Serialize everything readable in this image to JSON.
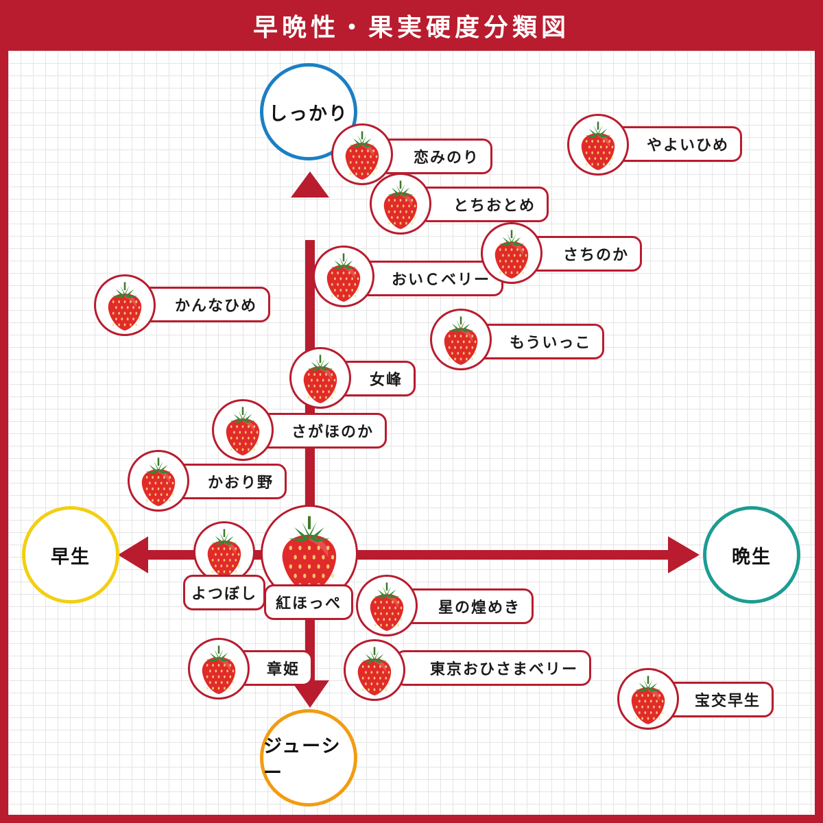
{
  "title": "早晩性・果実硬度分類図",
  "axes": {
    "top": "しっかり",
    "bottom": "ジューシー",
    "left": "早生",
    "right": "晩生",
    "colors": {
      "top": "#1b7fc4",
      "bottom": "#f29c12",
      "left": "#f2cf12",
      "right": "#1c9c93"
    }
  },
  "colors": {
    "accent": "#b81c2e",
    "strawberry": "#e12a2a"
  },
  "varieties": [
    {
      "id": "koimi",
      "label": "恋みのり"
    },
    {
      "id": "tochiotome",
      "label": "とちおとめ"
    },
    {
      "id": "yayoihime",
      "label": "やよいひめ"
    },
    {
      "id": "sachinoka",
      "label": "さちのか"
    },
    {
      "id": "oishiberry",
      "label": "おいＣベリー"
    },
    {
      "id": "kannahime",
      "label": "かんなひめ"
    },
    {
      "id": "mouikko",
      "label": "もういっこ"
    },
    {
      "id": "nyoho",
      "label": "女峰"
    },
    {
      "id": "sagahonoka",
      "label": "さがほのか"
    },
    {
      "id": "kaorino",
      "label": "かおり野"
    },
    {
      "id": "yotsuboshi",
      "label": "よつぼし"
    },
    {
      "id": "benihoppe",
      "label": "紅ほっぺ"
    },
    {
      "id": "hoshinokirameki",
      "label": "星の煌めき"
    },
    {
      "id": "akihime",
      "label": "章姫"
    },
    {
      "id": "tokyoohisama",
      "label": "東京おひさまベリー"
    },
    {
      "id": "houkouwase",
      "label": "宝交早生"
    }
  ]
}
